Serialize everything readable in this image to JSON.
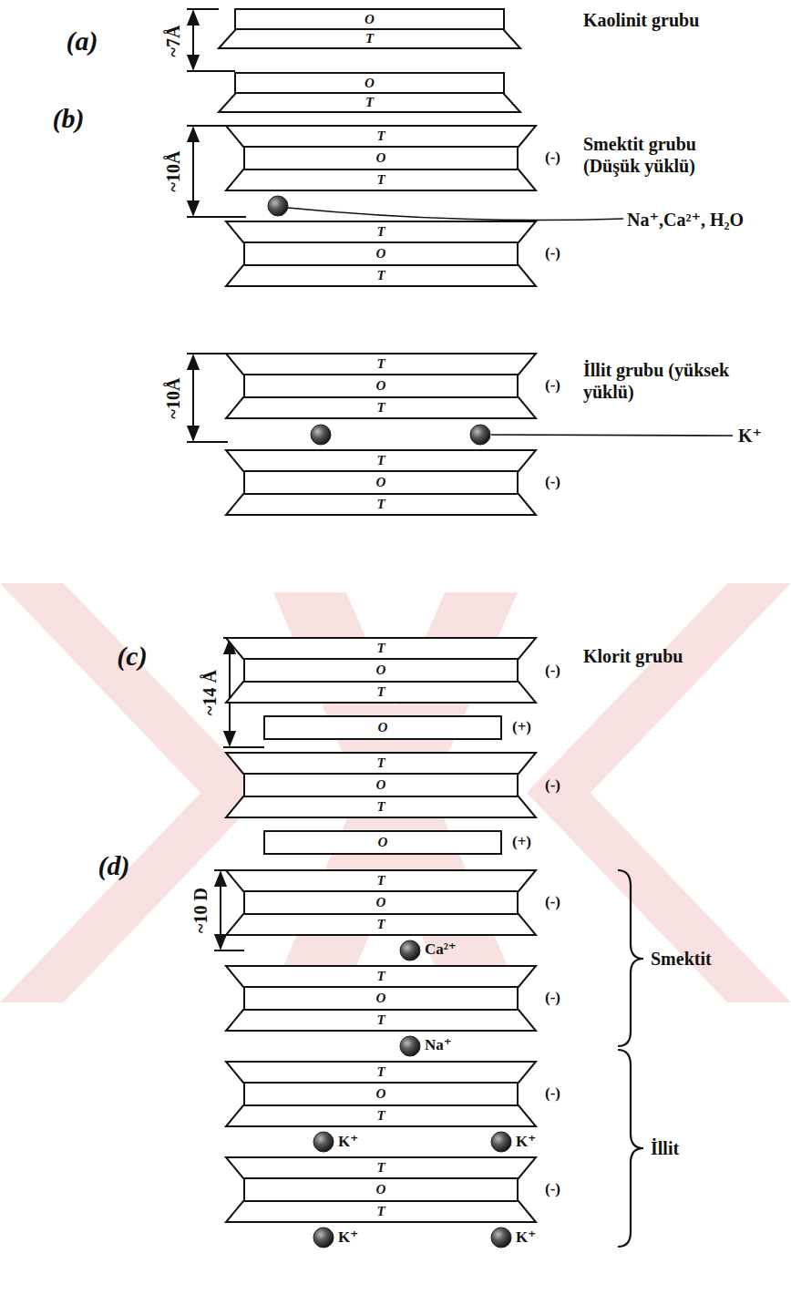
{
  "diagram": {
    "nodes": [
      {
        "text": [
          "O"
        ]
      },
      {
        "text": [
          "T"
        ]
      },
      {
        "text": [
          "O"
        ]
      },
      {
        "text": [
          "T"
        ]
      },
      {
        "text": [
          "T"
        ]
      },
      {
        "text": [
          "O"
        ]
      },
      {
        "text": [
          "T"
        ]
      },
      {
        "text": [
          "T"
        ]
      },
      {
        "text": [
          "O"
        ]
      },
      {
        "text": [
          "T"
        ]
      },
      {
        "text": [
          "T"
        ]
      },
      {
        "text": [
          "O"
        ]
      },
      {
        "text": [
          "T"
        ]
      },
      {
        "text": [
          "T"
        ]
      },
      {
        "text": [
          "O"
        ]
      },
      {
        "text": [
          "T"
        ]
      },
      {
        "text": [
          "T"
        ]
      },
      {
        "text": [
          "O"
        ]
      },
      {
        "text": [
          "T"
        ]
      },
      {
        "text": [
          "O"
        ]
      },
      {
        "text": [
          "T"
        ]
      },
      {
        "text": [
          "O"
        ]
      },
      {
        "text": [
          "T"
        ]
      },
      {
        "text": [
          "O"
        ]
      },
      {
        "text": [
          "T"
        ]
      },
      {
        "text": [
          "O"
        ]
      },
      {
        "text": [
          "T"
        ]
      },
      {
        "text": [
          "T"
        ]
      },
      {
        "text": [
          "O"
        ]
      },
      {
        "text": [
          "T"
        ]
      },
      {
        "text": [
          "T"
        ]
      },
      {
        "text": [
          "O"
        ]
      },
      {
        "text": [
          "T"
        ]
      },
      {
        "text": [
          "T"
        ]
      },
      {
        "text": [
          "O"
        ]
      },
      {
        "text": [
          "T"
        ]
      }
    ],
    "labels": [
      "(a)",
      "~7Å",
      "Kaolinit grubu",
      "(b)",
      "~10Å",
      "Smektit grubu (Düşük yüklü)",
      "(-)",
      "Na⁺,Ca²⁺, H₂O",
      "(-)",
      "~10Å",
      "İllit grubu (yüksek yüklü)",
      "(-)",
      "K⁺",
      "(-)",
      "(c)",
      "~14 Å",
      "Klorit grubu",
      "(-)",
      "(+)",
      "(-)",
      "(+)",
      "(d)",
      "~10 D",
      "(-)",
      "Ca²⁺",
      "Smektit",
      "(-)",
      "Na⁺",
      "(-)",
      "K⁺",
      "K⁺",
      "İllit",
      "(-)",
      "K⁺",
      "K⁺"
    ]
  }
}
